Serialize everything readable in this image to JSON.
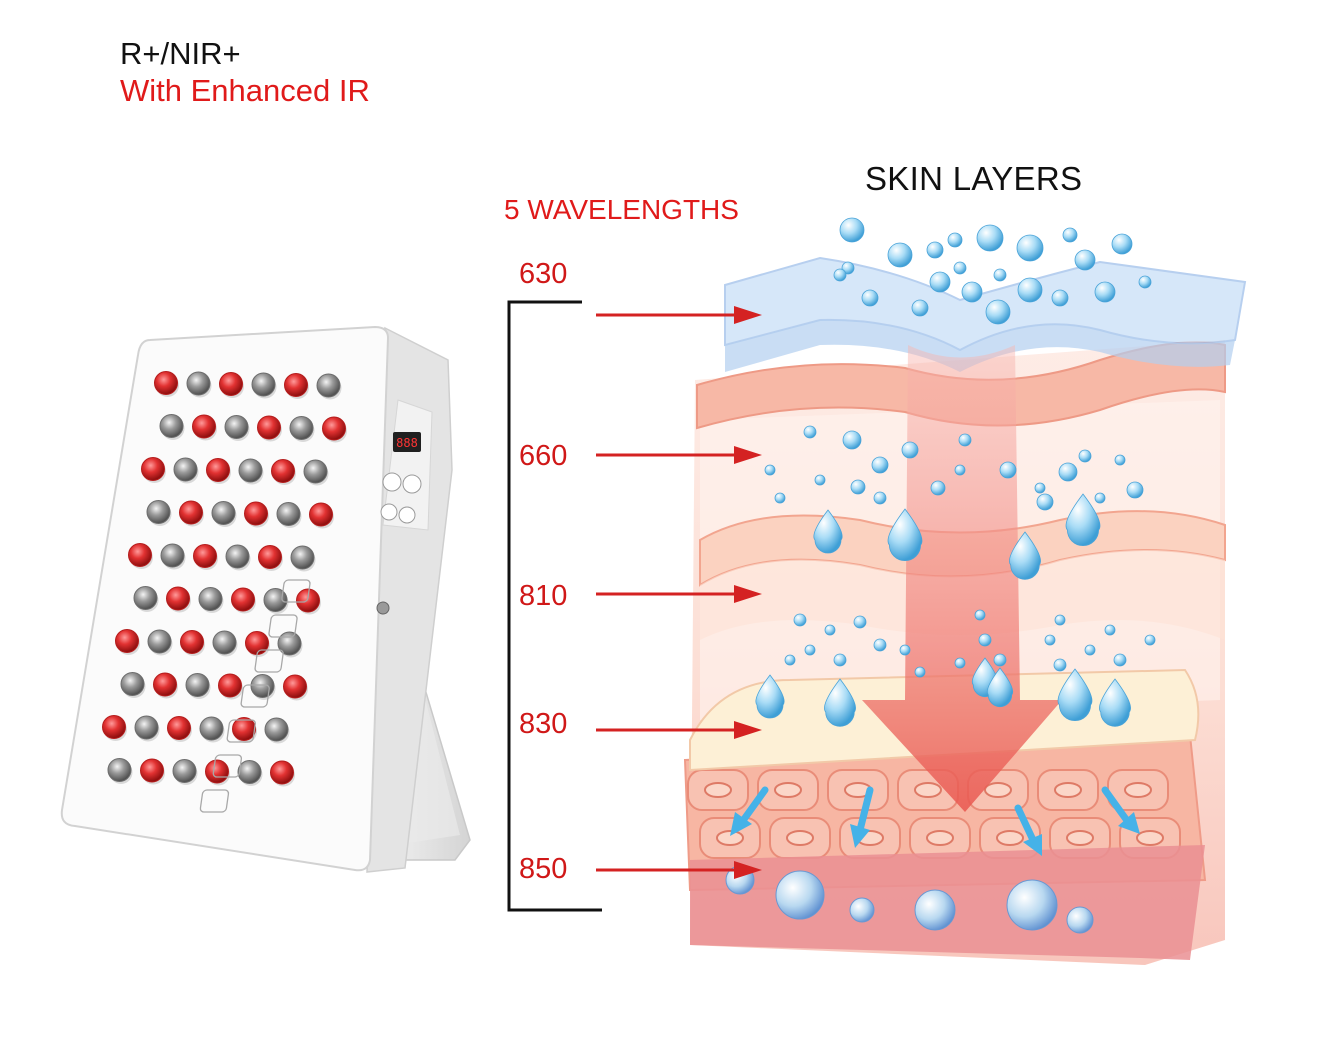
{
  "header": {
    "line1": "R+/NIR+",
    "line2": "With Enhanced IR"
  },
  "diagram": {
    "skin_title": "SKIN LAYERS",
    "wavelength_title": "5 WAVELENGTHS",
    "wavelengths": [
      "630",
      "660",
      "810",
      "830",
      "850"
    ]
  },
  "device": {
    "display_readout": "888",
    "panel_light_pattern": "alternating-red-and-nir",
    "rows": 10,
    "columns": 6
  },
  "colors": {
    "accent_red": "#e01a1a",
    "text_dark": "#111111",
    "red_led": "#e23232",
    "nir_led": "#8c8c8c",
    "bubble": "#7cc4ec"
  }
}
